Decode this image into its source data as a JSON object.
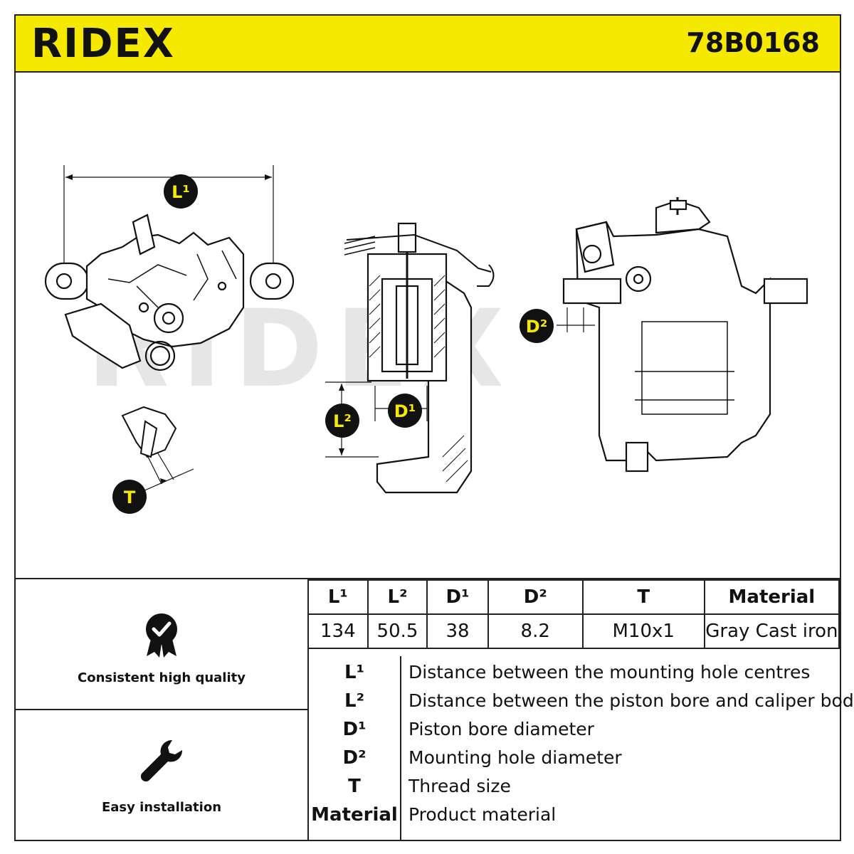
{
  "header": {
    "brand": "RIDEX",
    "part_number": "78B0168"
  },
  "diagram": {
    "watermark": "RIDEX",
    "callouts": {
      "l1": "L¹",
      "l2": "L²",
      "d1": "D¹",
      "d2": "D²",
      "t": "T"
    }
  },
  "features": [
    {
      "label": "Consistent high quality",
      "icon": "quality-badge-icon"
    },
    {
      "label": "Easy installation",
      "icon": "wrench-icon"
    }
  ],
  "specs": {
    "headers": [
      "L¹",
      "L²",
      "D¹",
      "D²",
      "T",
      "Material"
    ],
    "values": [
      "134",
      "50.5",
      "38",
      "8.2",
      "M10x1",
      "Gray Cast iron"
    ]
  },
  "legend": [
    {
      "key": "L¹",
      "desc": "Distance between the mounting hole centres"
    },
    {
      "key": "L²",
      "desc": "Distance between the piston bore and caliper body"
    },
    {
      "key": "D¹",
      "desc": "Piston bore diameter"
    },
    {
      "key": "D²",
      "desc": "Mounting hole diameter"
    },
    {
      "key": "T",
      "desc": "Thread size"
    },
    {
      "key": "Material",
      "desc": "Product material"
    }
  ],
  "colors": {
    "accent": "#f5e900",
    "ink": "#111111"
  }
}
